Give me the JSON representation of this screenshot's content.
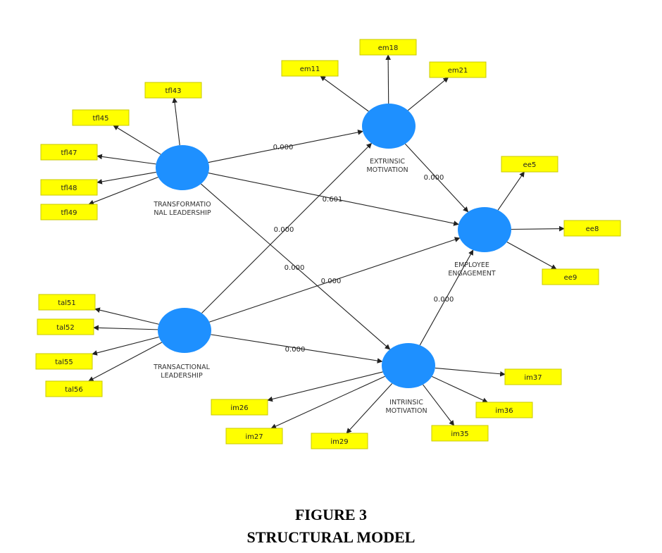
{
  "latent_variables": {
    "tfl": {
      "label_lines": [
        "TRANSFORMATIO",
        "NAL LEADERSHIP"
      ]
    },
    "tal": {
      "label_lines": [
        "TRANSACTIONAL",
        "LEADERSHIP"
      ]
    },
    "em": {
      "label_lines": [
        "EXTRINSIC",
        "MOTIVATION"
      ]
    },
    "im": {
      "label_lines": [
        "INTRINSIC",
        "MOTIVATION"
      ]
    },
    "ee": {
      "label_lines": [
        "EMPLOYEE",
        "ENGAGEMENT"
      ]
    }
  },
  "indicators": {
    "tfl43": "tfl43",
    "tfl45": "tfl45",
    "tfl47": "tfl47",
    "tfl48": "tfl48",
    "tfl49": "tfl49",
    "tal51": "tal51",
    "tal52": "tal52",
    "tal55": "tal55",
    "tal56": "tal56",
    "em11": "em11",
    "em18": "em18",
    "em21": "em21",
    "ee5": "ee5",
    "ee8": "ee8",
    "ee9": "ee9",
    "im26": "im26",
    "im27": "im27",
    "im29": "im29",
    "im35": "im35",
    "im36": "im36",
    "im37": "im37"
  },
  "paths": {
    "tfl_em": "0.000",
    "tfl_ee": "0.601",
    "tfl_im": "0.000",
    "tal_em": "0.000",
    "tal_ee": "0.000",
    "tal_im": "0.000",
    "em_ee": "0.000",
    "im_ee": "0.000"
  },
  "colors": {
    "latent_fill": "#1e90ff",
    "indicator_fill": "#ffff00",
    "indicator_border": "#c8c800",
    "arrow": "#222222"
  },
  "caption": {
    "line1": "FIGURE 3",
    "line2": "STRUCTURAL MODEL"
  }
}
